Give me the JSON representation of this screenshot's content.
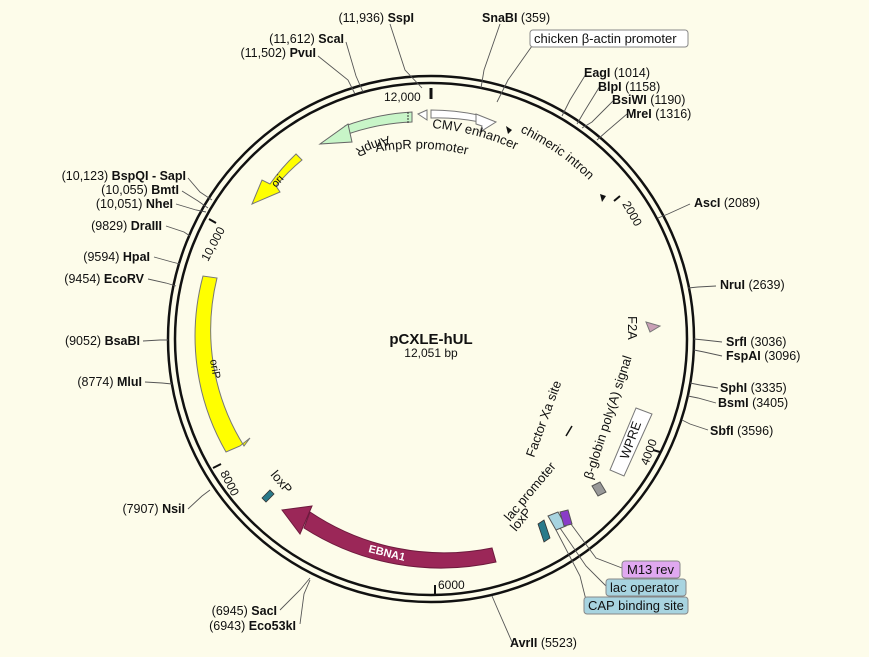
{
  "plasmid": {
    "name": "pCXLE-hUL",
    "length_label": "12,051 bp"
  },
  "ticks": [
    "2000",
    "4000",
    "6000",
    "8000",
    "10,000",
    "12,000"
  ],
  "sites": [
    {
      "id": "sspi",
      "pos": "(11,936)",
      "name": "SspI"
    },
    {
      "id": "snabi",
      "pos": "(359)",
      "name": "SnaBI"
    },
    {
      "id": "scai",
      "pos": "(11,612)",
      "name": "ScaI"
    },
    {
      "id": "pvui",
      "pos": "(11,502)",
      "name": "PvuI"
    },
    {
      "id": "eagi",
      "pos": "(1014)",
      "name": "EagI"
    },
    {
      "id": "blpi",
      "pos": "(1158)",
      "name": "BlpI"
    },
    {
      "id": "bsiwi",
      "pos": "(1190)",
      "name": "BsiWI"
    },
    {
      "id": "mrei",
      "pos": "(1316)",
      "name": "MreI"
    },
    {
      "id": "asci",
      "pos": "(2089)",
      "name": "AscI"
    },
    {
      "id": "bspqi",
      "pos": "(10,123)",
      "name": "BspQI - SapI"
    },
    {
      "id": "bmti",
      "pos": "(10,055)",
      "name": "BmtI"
    },
    {
      "id": "nhei",
      "pos": "(10,051)",
      "name": "NheI"
    },
    {
      "id": "draiii",
      "pos": "(9829)",
      "name": "DraIII"
    },
    {
      "id": "hpai",
      "pos": "(9594)",
      "name": "HpaI"
    },
    {
      "id": "ecorv",
      "pos": "(9454)",
      "name": "EcoRV"
    },
    {
      "id": "nrui",
      "pos": "(2639)",
      "name": "NruI"
    },
    {
      "id": "srfi",
      "pos": "(3036)",
      "name": "SrfI"
    },
    {
      "id": "fspai",
      "pos": "(3096)",
      "name": "FspAI"
    },
    {
      "id": "bsabi",
      "pos": "(9052)",
      "name": "BsaBI"
    },
    {
      "id": "sphi",
      "pos": "(3335)",
      "name": "SphI"
    },
    {
      "id": "bsmi",
      "pos": "(3405)",
      "name": "BsmI"
    },
    {
      "id": "mlui",
      "pos": "(8774)",
      "name": "MluI"
    },
    {
      "id": "sbfi",
      "pos": "(3596)",
      "name": "SbfI"
    },
    {
      "id": "nsii",
      "pos": "(7907)",
      "name": "NsiI"
    },
    {
      "id": "saci",
      "pos": "(6945)",
      "name": "SacI"
    },
    {
      "id": "eco53ki",
      "pos": "(6943)",
      "name": "Eco53kI"
    },
    {
      "id": "avrii",
      "pos": "(5523)",
      "name": "AvrII"
    }
  ],
  "features": {
    "chicken_actin": "chicken β-actin promoter",
    "cmv": "CMV enhancer",
    "chimeric_intron": "chimeric intron",
    "ampr": "AmpR",
    "ampr_promoter": "AmpR promoter",
    "ori": "ori",
    "orip": "oriP",
    "ebna1": "EBNA1",
    "loxp_left": "loxP",
    "loxp_right": "loxP",
    "f2a": "F2A",
    "factor_xa": "Factor Xa site",
    "globin": "β-globin poly(A) signal",
    "wpre": "WPRE",
    "lac_promoter": "lac promoter",
    "m13rev": "M13 rev",
    "lac_operator": "lac operator",
    "cap": "CAP binding site"
  },
  "colors": {
    "backbone": "#111111",
    "ori": "#ffff00",
    "orip": "#ffff00",
    "ampr": "#c8f5c8",
    "ebna1": "#9b2758",
    "f2a": "#c9a0b6",
    "m13_box": "#e0a8f0",
    "lac_box": "#a8d4e0",
    "cap_box": "#a8d4e0"
  }
}
